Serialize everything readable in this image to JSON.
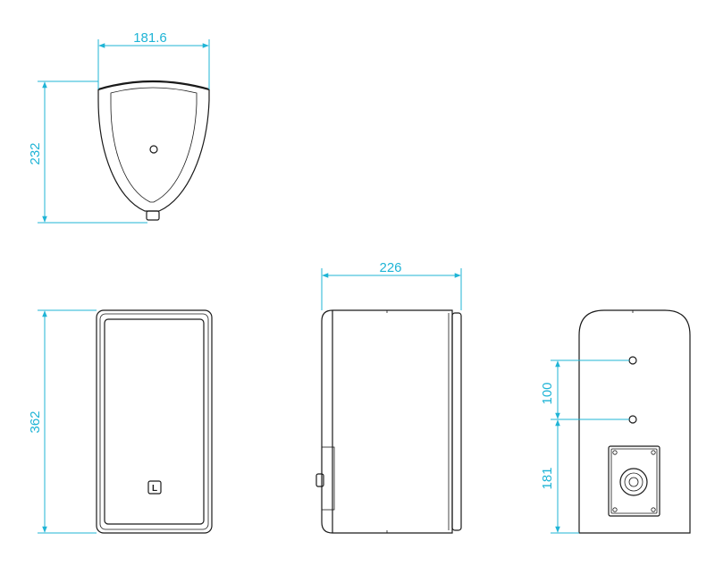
{
  "dimensions": {
    "top_width": "181.6",
    "top_height": "232",
    "front_height": "362",
    "side_width": "226",
    "rear_spacing": "100",
    "rear_lower": "181"
  },
  "colors": {
    "dimension": "#1fb4d6",
    "outline": "#1a1a1a",
    "background": "#ffffff"
  },
  "logo_letter": "L"
}
